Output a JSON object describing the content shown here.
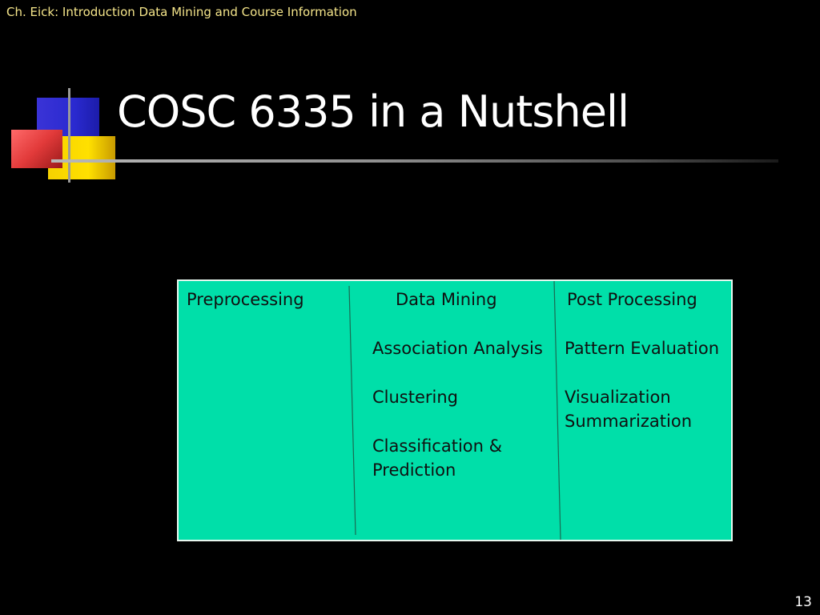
{
  "header": {
    "running_title": "Ch. Eick: Introduction Data Mining and Course Information"
  },
  "slide": {
    "title": "COSC 6335 in a Nutshell",
    "number": "13"
  },
  "diagram": {
    "background_color": "#00dfa9",
    "columns": [
      {
        "heading": "Preprocessing",
        "items": []
      },
      {
        "heading": "Data Mining",
        "items": [
          "Association Analysis",
          "Clustering",
          "Classification &",
          "Prediction"
        ]
      },
      {
        "heading": "Post Processing",
        "items": [
          "Pattern Evaluation",
          "Visualization",
          "Summarization"
        ]
      }
    ]
  },
  "logo": {
    "colors": {
      "blue": "#2a2ad0",
      "yellow": "#ffe000",
      "red": "#e23a3a"
    }
  }
}
